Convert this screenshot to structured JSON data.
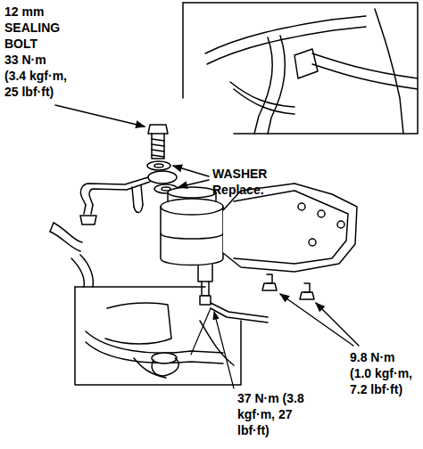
{
  "diagram": {
    "labels": [
      "12 mm SEALING BOLT",
      "33 N·m (3.4 kgf·m, 25 lbf·ft)",
      "WASHER",
      "Replace.",
      "9.8 N·m (1.0 kgf·m, 7.2 lbf·ft)",
      "37 N·m (3.8 kgf·m, 27 lbf·ft)"
    ]
  }
}
